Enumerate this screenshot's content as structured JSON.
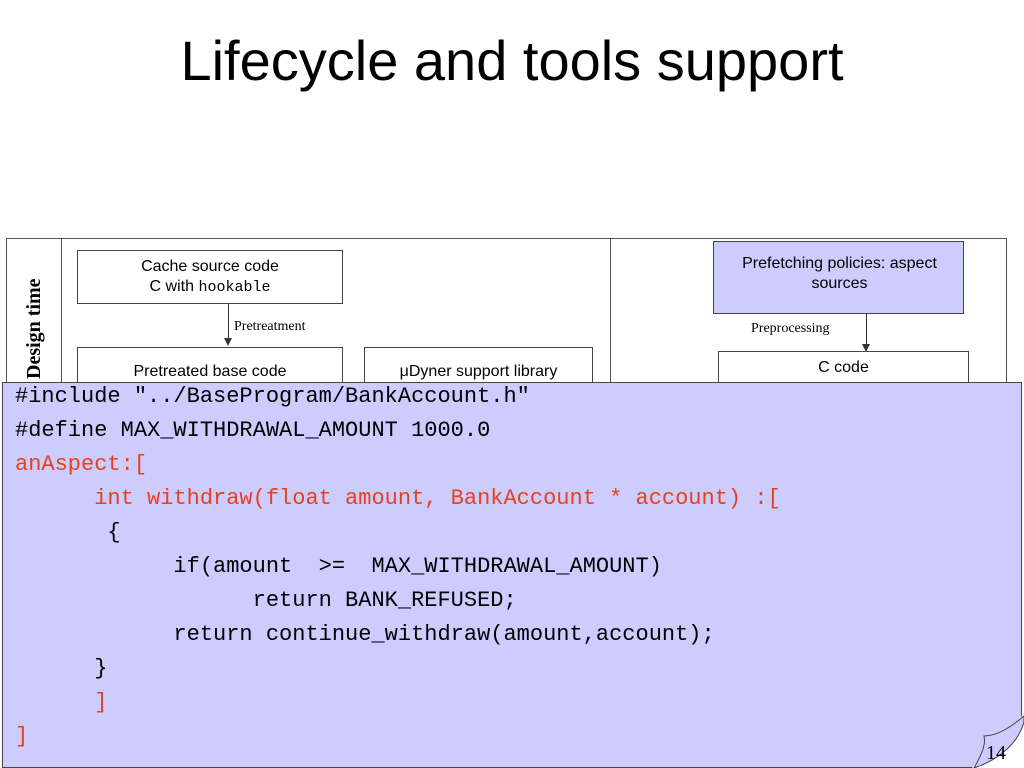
{
  "slide": {
    "title": "Lifecycle and tools support",
    "page_number": "14"
  },
  "diagram": {
    "phase_label": "Design time",
    "cache_source": {
      "line1": "Cache source code",
      "line2_prefix": "C with ",
      "line2_code": "hookable"
    },
    "pretreatment_label": "Pretreatment",
    "pretreated_base": "Pretreated base code",
    "support_library": "μDyner support library",
    "prefetching_policies": "Prefetching policies: aspect sources",
    "preprocessing_label": "Preprocessing",
    "c_code": "C code"
  },
  "code": {
    "lines": [
      "#include \"../BaseProgram/BankAccount.h\"",
      "#define MAX_WITHDRAWAL_AMOUNT 1000.0",
      "anAspect:[",
      "      int withdraw(float amount, BankAccount * account) :[",
      "       {",
      "            if(amount  >=  MAX_WITHDRAWAL_AMOUNT)",
      "                  return BANK_REFUSED;",
      "            return continue_withdraw(amount,account);",
      "      }",
      "      ]",
      "]"
    ]
  }
}
